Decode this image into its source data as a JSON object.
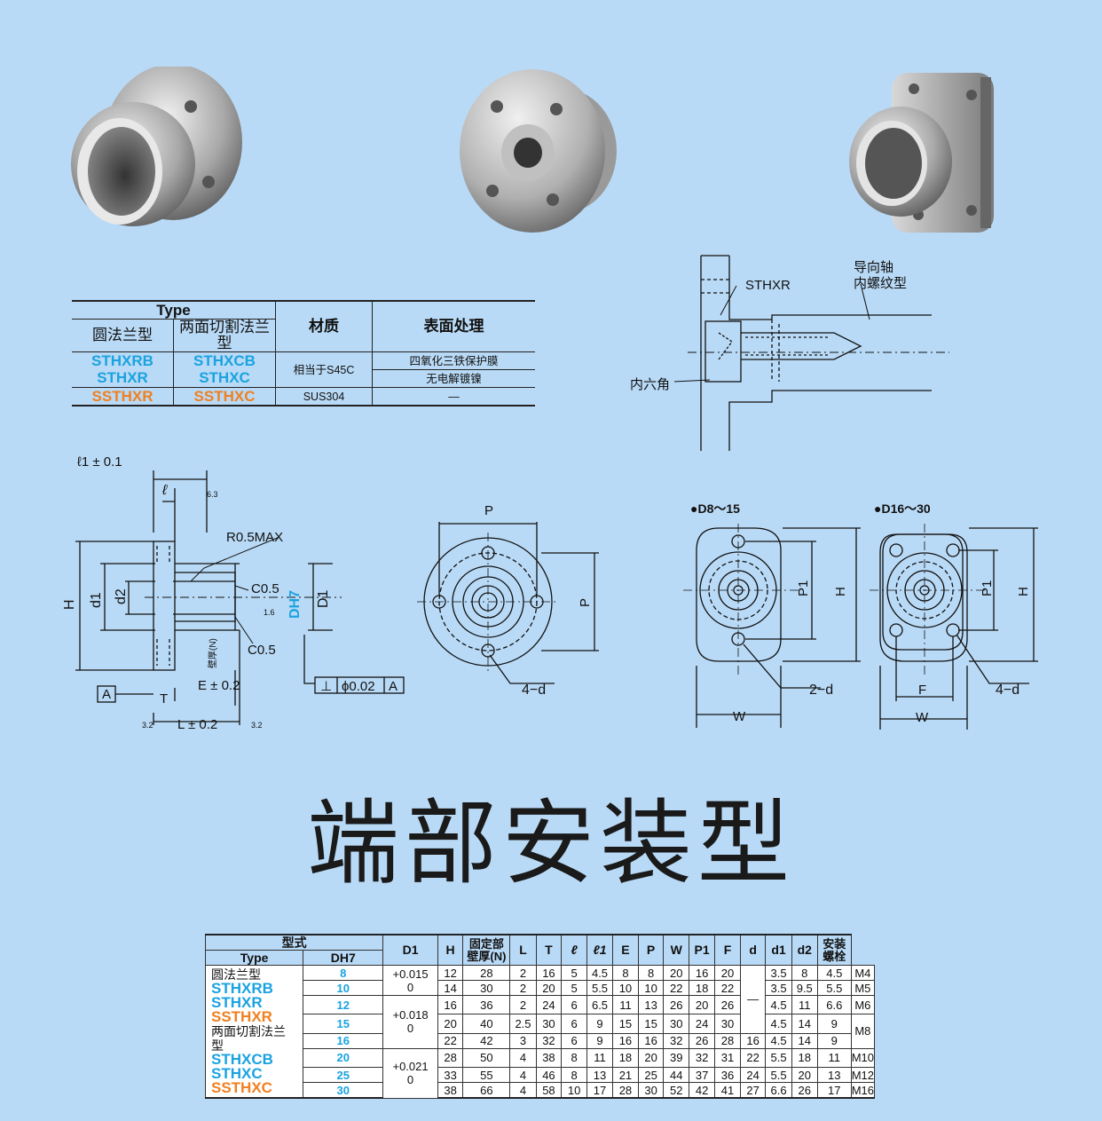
{
  "page_title": "端部安装型",
  "material_table": {
    "type_header": "Type",
    "round_flange_header": "圆法兰型",
    "cut_flange_header": "两面切割法兰型",
    "material_header": "材质",
    "surface_header": "表面处理",
    "rows": [
      {
        "round": "STHXRB",
        "cut": "STHXCB",
        "material": "相当于S45C",
        "surface": "四氧化三铁保护膜"
      },
      {
        "round": "STHXR",
        "cut": "STHXC",
        "material": "",
        "surface": "无电解镀镍"
      },
      {
        "round": "SSTHXR",
        "cut": "SSTHXC",
        "material": "SUS304",
        "surface": "—"
      }
    ]
  },
  "assembly": {
    "part_label": "STHXR",
    "guide_label_1": "导向轴",
    "guide_label_2": "内螺纹型",
    "hex_label": "内六角"
  },
  "section_drawing": {
    "l1": "ℓ1 ± 0.1",
    "l": "ℓ",
    "r": "R0.5MAX",
    "c1": "C0.5",
    "c2": "C0.5",
    "H": "H",
    "d1": "d1",
    "d2": "d2",
    "D1": "D1",
    "DH7": "DH7",
    "rough1": "6.3",
    "rough2": "1.6",
    "rough3": "3.2",
    "rough4": "3.2",
    "wall": "壁厚(N)",
    "E": "E ± 0.2",
    "T": "T",
    "A": "A",
    "L": "L ± 0.2",
    "perp": "⊥",
    "phi": "ϕ0.02",
    "datum": "A"
  },
  "round_view": {
    "P_top": "P",
    "P_side": "P",
    "holes": "4−d"
  },
  "cut_view_small": {
    "title": "●D8～15",
    "P1": "P1",
    "H": "H",
    "W": "W",
    "holes": "2−d"
  },
  "cut_view_large": {
    "title": "●D16～30",
    "P1": "P1",
    "H": "H",
    "F": "F",
    "W": "W",
    "holes": "4−d"
  },
  "spec_table": {
    "headers": {
      "model": "型式",
      "type": "Type",
      "dh7": "DH7",
      "D1": "D1",
      "H": "H",
      "N": "固定部壁厚(N)",
      "L": "L",
      "T": "T",
      "l": "ℓ",
      "l1": "ℓ1",
      "E": "E",
      "P": "P",
      "W": "W",
      "P1": "P1",
      "F": "F",
      "d": "d",
      "d1": "d1",
      "d2": "d2",
      "bolt": "安装螺栓"
    },
    "type_block": {
      "round_label": "圆法兰型",
      "round_codes": [
        "STHXRB",
        "STHXR",
        "SSTHXR"
      ],
      "cut_label": "两面切割法兰型",
      "cut_codes": [
        "STHXCB",
        "STHXC",
        "SSTHXC"
      ]
    },
    "tolerances": [
      {
        "upper": "+0.015",
        "lower": "0"
      },
      {
        "upper": "+0.018",
        "lower": "0"
      },
      {
        "upper": "+0.021",
        "lower": "0"
      }
    ],
    "f_dash": "—",
    "rows": [
      {
        "D": "8",
        "D1": "12",
        "H": "28",
        "N": "2",
        "L": "16",
        "T": "5",
        "l": "4.5",
        "l1": "8",
        "E": "8",
        "P": "20",
        "W": "16",
        "P1": "20",
        "F": "",
        "d": "3.5",
        "d1": "8",
        "d2": "4.5",
        "bolt": "M4"
      },
      {
        "D": "10",
        "D1": "14",
        "H": "30",
        "N": "2",
        "L": "20",
        "T": "5",
        "l": "5.5",
        "l1": "10",
        "E": "10",
        "P": "22",
        "W": "18",
        "P1": "22",
        "F": "",
        "d": "3.5",
        "d1": "9.5",
        "d2": "5.5",
        "bolt": "M5"
      },
      {
        "D": "12",
        "D1": "16",
        "H": "36",
        "N": "2",
        "L": "24",
        "T": "6",
        "l": "6.5",
        "l1": "11",
        "E": "13",
        "P": "26",
        "W": "20",
        "P1": "26",
        "F": "",
        "d": "4.5",
        "d1": "11",
        "d2": "6.6",
        "bolt": "M6"
      },
      {
        "D": "15",
        "D1": "20",
        "H": "40",
        "N": "2.5",
        "L": "30",
        "T": "6",
        "l": "9",
        "l1": "15",
        "E": "15",
        "P": "30",
        "W": "24",
        "P1": "30",
        "F": "",
        "d": "4.5",
        "d1": "14",
        "d2": "9",
        "bolt": "M8"
      },
      {
        "D": "16",
        "D1": "22",
        "H": "42",
        "N": "3",
        "L": "32",
        "T": "6",
        "l": "9",
        "l1": "16",
        "E": "16",
        "P": "32",
        "W": "26",
        "P1": "28",
        "F": "16",
        "d": "4.5",
        "d1": "14",
        "d2": "9",
        "bolt": ""
      },
      {
        "D": "20",
        "D1": "28",
        "H": "50",
        "N": "4",
        "L": "38",
        "T": "8",
        "l": "11",
        "l1": "18",
        "E": "20",
        "P": "39",
        "W": "32",
        "P1": "31",
        "F": "22",
        "d": "5.5",
        "d1": "18",
        "d2": "11",
        "bolt": "M10"
      },
      {
        "D": "25",
        "D1": "33",
        "H": "55",
        "N": "4",
        "L": "46",
        "T": "8",
        "l": "13",
        "l1": "21",
        "E": "25",
        "P": "44",
        "W": "37",
        "P1": "36",
        "F": "24",
        "d": "5.5",
        "d1": "20",
        "d2": "13",
        "bolt": "M12"
      },
      {
        "D": "30",
        "D1": "38",
        "H": "66",
        "N": "4",
        "L": "58",
        "T": "10",
        "l": "17",
        "l1": "28",
        "E": "30",
        "P": "52",
        "W": "42",
        "P1": "41",
        "F": "27",
        "d": "6.6",
        "d1": "26",
        "d2": "17",
        "bolt": "M16"
      }
    ]
  }
}
